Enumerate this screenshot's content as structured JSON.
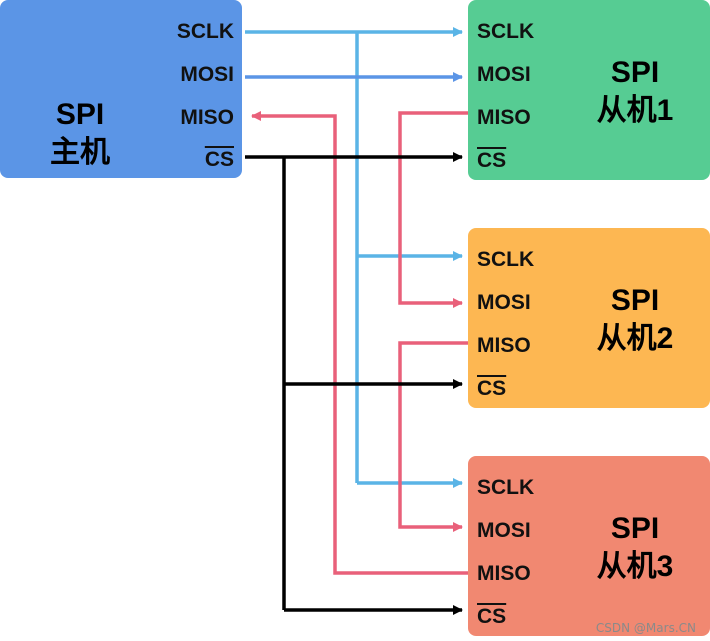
{
  "master": {
    "title_line1": "SPI",
    "title_line2": "主机",
    "pins": [
      "SCLK",
      "MOSI",
      "MISO",
      "CS"
    ],
    "color": "#5b95e6"
  },
  "slaves": [
    {
      "title_line1": "SPI",
      "title_line2": "从机1",
      "pins": [
        "SCLK",
        "MOSI",
        "MISO",
        "CS"
      ],
      "color": "#56cc93"
    },
    {
      "title_line1": "SPI",
      "title_line2": "从机2",
      "pins": [
        "SCLK",
        "MOSI",
        "MISO",
        "CS"
      ],
      "color": "#fdb752"
    },
    {
      "title_line1": "SPI",
      "title_line2": "从机3",
      "pins": [
        "SCLK",
        "MOSI",
        "MISO",
        "CS"
      ],
      "color": "#f18871"
    }
  ],
  "wire_colors": {
    "sclk": "#5ab4e6",
    "mosi": "#5b95e6",
    "miso": "#e9607a",
    "cs": "#000000"
  },
  "watermark": "CSDN @Mars.CN"
}
